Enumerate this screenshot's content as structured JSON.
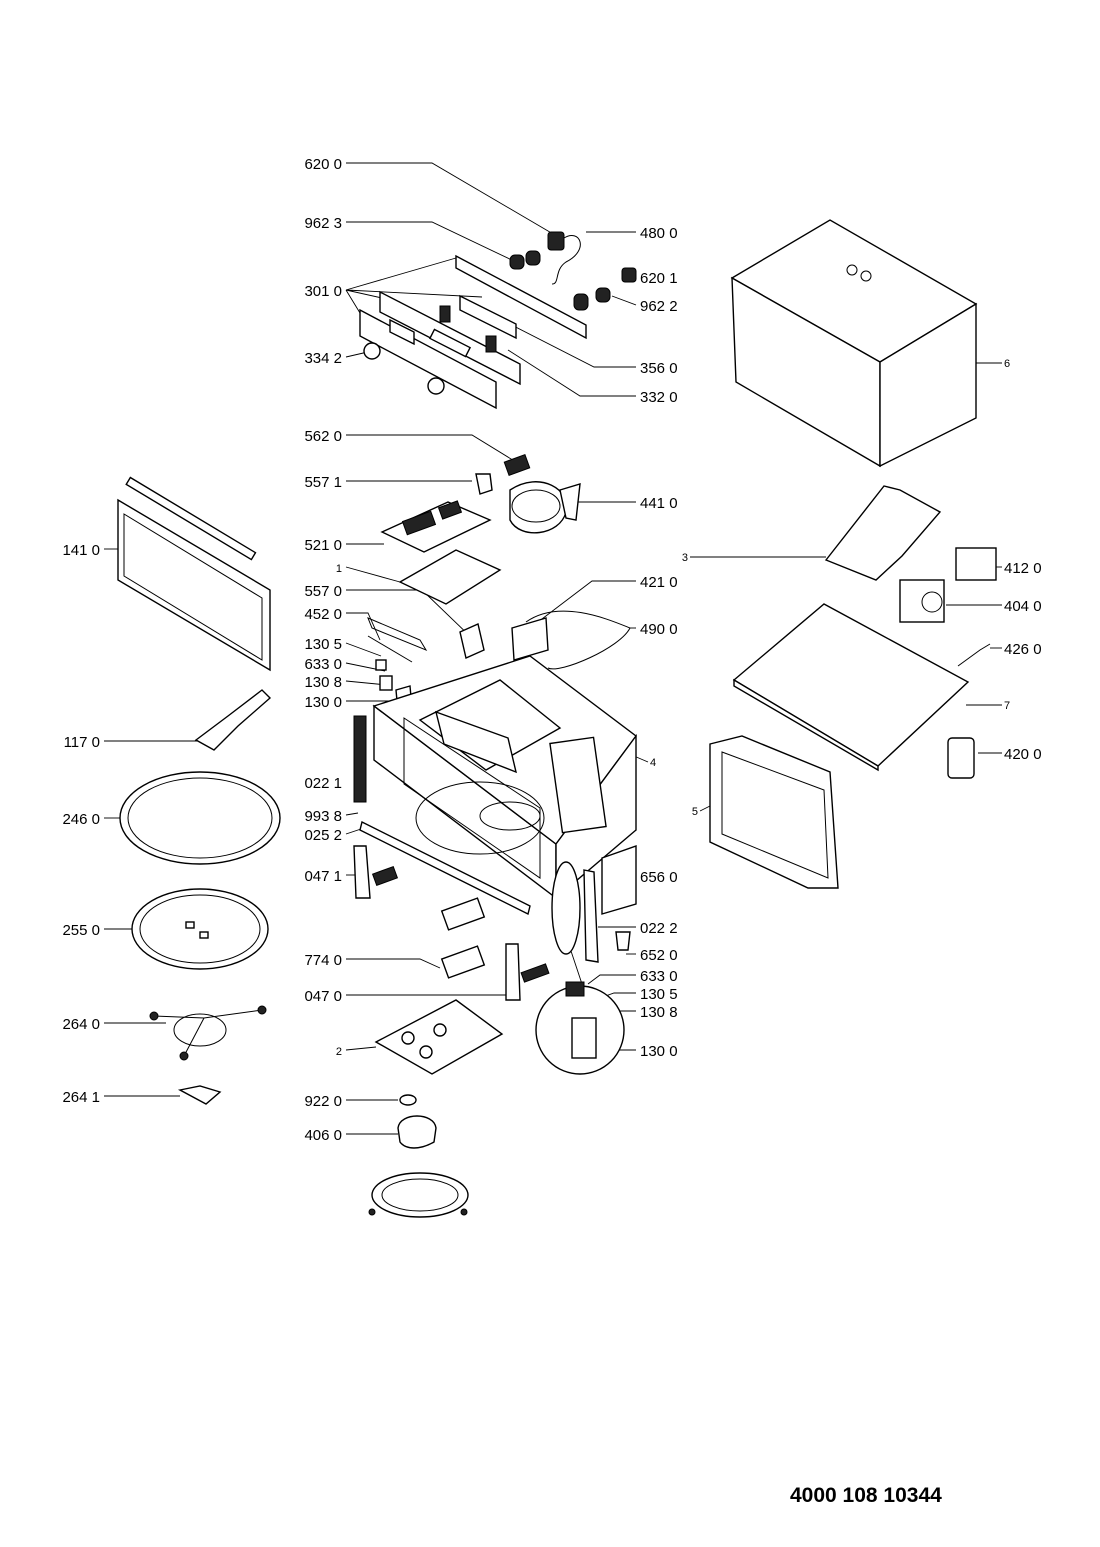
{
  "document_number": "4000 108 10344",
  "labels": {
    "l_6200": "620 0",
    "l_9623": "962 3",
    "l_4800": "480 0",
    "l_6201": "620 1",
    "l_3010": "301 0",
    "l_9622": "962 2",
    "l_3560": "356 0",
    "l_3342": "334 2",
    "l_3320": "332 0",
    "l_5620": "562 0",
    "l_5571": "557 1",
    "l_4410": "441 0",
    "l_1410": "141 0",
    "l_5210": "521 0",
    "l_1": "1",
    "l_5570": "557 0",
    "l_4210": "421 0",
    "l_4520": "452 0",
    "l_4900": "490 0",
    "l_1305a": "130 5",
    "l_6330a": "633 0",
    "l_1308a": "130 8",
    "l_1300a": "130 0",
    "l_1170": "117 0",
    "l_0221": "022 1",
    "l_2460": "246 0",
    "l_9938": "993 8",
    "l_0252": "025 2",
    "l_0471": "047 1",
    "l_6560": "656 0",
    "l_2550": "255 0",
    "l_0222": "022 2",
    "l_6520": "652 0",
    "l_7740": "774 0",
    "l_6330b": "633 0",
    "l_0470": "047 0",
    "l_1305b": "130 5",
    "l_2640": "264 0",
    "l_1308b": "130 8",
    "l_2": "2",
    "l_1300b": "130 0",
    "l_2641": "264 1",
    "l_9220": "922 0",
    "l_4060": "406 0",
    "l_6": "6",
    "l_3": "3",
    "l_4120": "412 0",
    "l_4040": "404 0",
    "l_4260": "426 0",
    "l_7": "7",
    "l_4": "4",
    "l_4200": "420 0",
    "l_5": "5"
  }
}
